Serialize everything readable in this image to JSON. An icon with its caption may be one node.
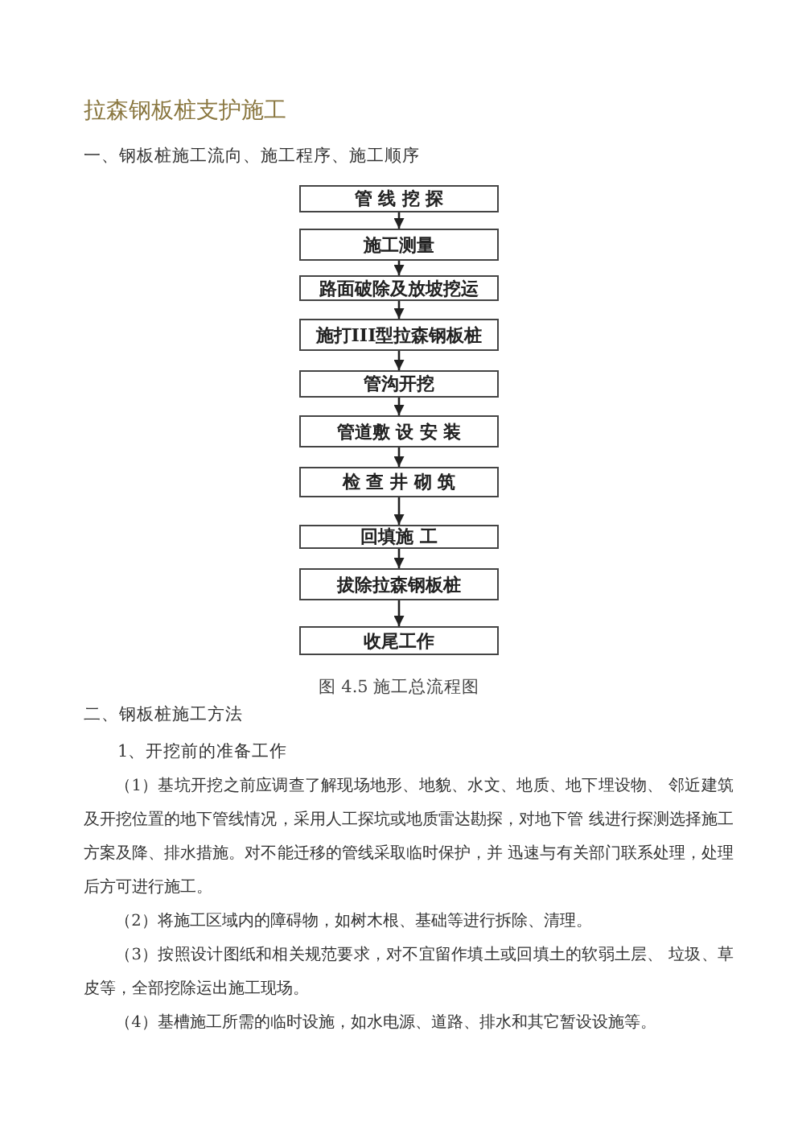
{
  "diagram": {
    "title": "拉森钢板桩支护施工",
    "caption": "图 4.5 施工总流程图",
    "nodes": [
      {
        "text": [
          "管 线 挖 探"
        ]
      },
      {
        "text": [
          "施工测量"
        ]
      },
      {
        "text": [
          "路面破除及放坡挖运"
        ]
      },
      {
        "text": [
          "施打III型拉森钢板桩"
        ]
      },
      {
        "text": [
          "管沟开挖"
        ]
      },
      {
        "text": [
          "管道敷 设 安 装"
        ]
      },
      {
        "text": [
          "检 查 井 砌 筑"
        ]
      },
      {
        "text": [
          "回填施 工"
        ]
      },
      {
        "text": [
          "拔除拉森钢板桩"
        ]
      },
      {
        "text": [
          "收尾工作"
        ]
      }
    ],
    "edges": [
      {
        "from": 0,
        "to": 1,
        "arrow": "to"
      },
      {
        "from": 1,
        "to": 2,
        "arrow": "to"
      },
      {
        "from": 2,
        "to": 3,
        "arrow": "to"
      },
      {
        "from": 3,
        "to": 4,
        "arrow": "to"
      },
      {
        "from": 4,
        "to": 5,
        "arrow": "to"
      },
      {
        "from": 5,
        "to": 6,
        "arrow": "to"
      },
      {
        "from": 6,
        "to": 7,
        "arrow": "to"
      },
      {
        "from": 7,
        "to": 8,
        "arrow": "to"
      },
      {
        "from": 8,
        "to": 9,
        "arrow": "to"
      }
    ],
    "labels": [
      "一、钢板桩施工流向、施工程序、施工顺序",
      "二、钢板桩施工方法",
      "1、开挖前的准备工作",
      "（1）基坑开挖之前应调查了解现场地形、地貌、水文、地质、地下埋设物、 邻近建筑及开挖位置的地下管线情况，采用人工探坑或地质雷达勘探，对地下管 线进行探测选择施工方案及降、排水措施。对不能迁移的管线采取临时保护，并 迅速与有关部门联系处理，处理后方可进行施工。",
      "（2）将施工区域内的障碍物，如树木根、基础等进行拆除、清理。",
      "（3）按照设计图纸和相关规范要求，对不宜留作填土或回填土的软弱土层、 垃圾、草皮等，全部挖除运出施工现场。",
      "（4）基槽施工所需的临时设施，如水电源、道路、排水和其它暂设设施等。"
    ]
  }
}
